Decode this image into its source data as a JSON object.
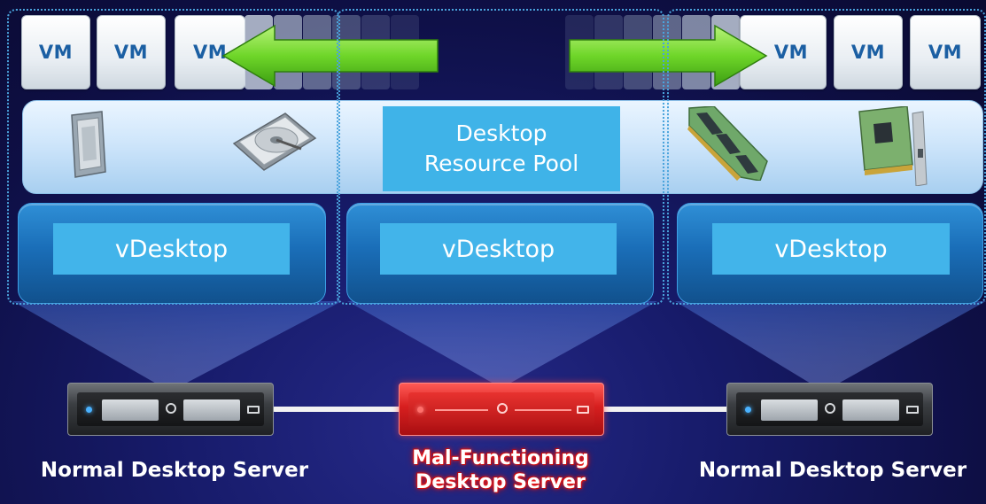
{
  "vm_tile": {
    "label": "VM"
  },
  "resource_pool": {
    "line1": "Desktop",
    "line2": "Resource Pool"
  },
  "vdesktops": [
    {
      "label": "vDesktop"
    },
    {
      "label": "vDesktop"
    },
    {
      "label": "vDesktop"
    }
  ],
  "servers": [
    {
      "caption": "Normal Desktop Server",
      "status": "normal"
    },
    {
      "caption_line1": "Mal-Functioning",
      "caption_line2": "Desktop Server",
      "status": "malfunctioning"
    },
    {
      "caption": "Normal Desktop Server",
      "status": "normal"
    }
  ],
  "colors": {
    "background": "#171b6a",
    "pool_label": "#3fb3e8",
    "vdesktop_label": "#42b4ea",
    "vm_text": "#1b5fa3",
    "arrow_green": "#6fd629",
    "server_bad": "#d71f1f",
    "dotted_border": "#4aa3dc"
  },
  "icons": [
    "cpu-chip-icon",
    "hard-disk-icon",
    "ram-module-icon",
    "network-card-icon",
    "migrate-left-arrow-icon",
    "migrate-right-arrow-icon"
  ]
}
